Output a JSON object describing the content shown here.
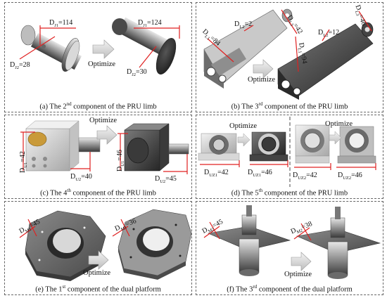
{
  "optimize_label": "Optimize",
  "colors": {
    "dimension_line": "#e02020",
    "metal": "#8c8c8c",
    "dark_metal": "#3c3c3c",
    "bronze": "#b89238",
    "arrow": "#cfcfcf"
  },
  "panels": {
    "a": {
      "caption_pre": "(a) The 2",
      "caption_sup": "nd",
      "caption_post": " component of the PRU limb",
      "labels": {
        "d1_before": "=114",
        "d2_before": "=28",
        "d1_after": "=124",
        "d2_after": "=30"
      },
      "subs": {
        "d1": "J1",
        "d2": "J2"
      }
    },
    "b": {
      "caption_pre": "(b) The 3",
      "caption_sup": "rd",
      "caption_post": " component of the PRU limb",
      "labels": {
        "l1_before": "=84",
        "l2_before": "=2",
        "l3_before": "=42",
        "l1_after": "=94",
        "l2_after": "=12",
        "l3_after": "=46"
      },
      "subs": {
        "l1": "L1",
        "l2": "L2",
        "l3": "L3"
      }
    },
    "c": {
      "caption_pre": "(c) The 4",
      "caption_sup": "th",
      "caption_post": " component of the PRU limb",
      "labels": {
        "u1_before": "=42",
        "u2_before": "=40",
        "u1_after": "=46",
        "u2_after": "=45"
      },
      "subs": {
        "u1": "U1",
        "u2": "U2"
      }
    },
    "d": {
      "caption": "(d) The 5th component of the PRU limb",
      "caption_pre": "(d) The 5",
      "caption_sup": "th",
      "caption_post": " component of the PRU limb",
      "labels": {
        "uz1_before": "=42",
        "uz1_after": "=46",
        "uz2_before": "=42",
        "uz2_after": "=46"
      },
      "subs": {
        "uz1": "UZ1",
        "uz2": "UZ2"
      }
    },
    "e": {
      "caption": "(e) The 1st component of the dual platform",
      "caption_pre": "(e) The 1",
      "caption_sup": "st",
      "caption_post": " component of the dual platform",
      "labels": {
        "m1_before": "=45",
        "m1_after": "=36"
      },
      "subs": {
        "m1": "M1"
      }
    },
    "f": {
      "caption": "(f) The 3rd component of the dual platform",
      "caption_pre": "(f) The 3",
      "caption_sup": "rd",
      "caption_post": " component of the dual platform",
      "labels": {
        "m2_before": "=45",
        "m2_after": "=38"
      },
      "subs": {
        "m2": "M2"
      }
    }
  }
}
